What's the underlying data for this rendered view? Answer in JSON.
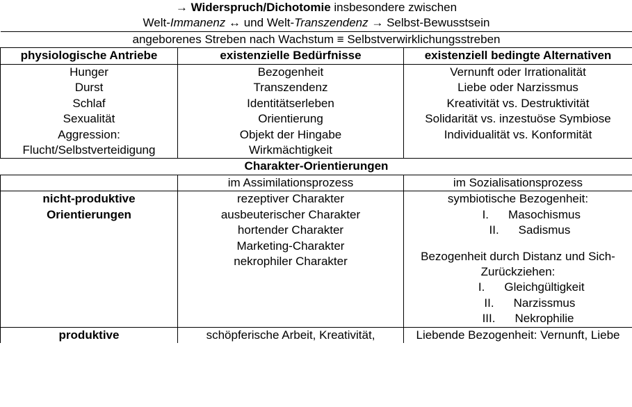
{
  "header": {
    "line1_arrow": "→ ",
    "line1_bold": "Widerspruch/Dichotomie",
    "line1_rest": " insbesondere zwischen",
    "line2_a": "Welt-",
    "line2_italic1": "Immanenz",
    "line2_b": " ↔ und Welt-",
    "line2_italic2": "Transzendenz",
    "line2_c": " → Selbst-Bewusstsein"
  },
  "band": {
    "text": "angeborenes Streben nach Wachstum ≡ Selbstverwirklichungsstreben"
  },
  "drives_table": {
    "headers": [
      "physiologische Antriebe",
      "existenzielle Bedürfnisse",
      "existenziell bedingte Alternativen"
    ],
    "col1": [
      "Hunger",
      "Durst",
      "Schlaf",
      "Sexualität",
      "Aggression:",
      "Flucht/Selbstverteidigung"
    ],
    "col2": [
      "Bezogenheit",
      "Transzendenz",
      "Identitätserleben",
      "Orientierung",
      "Objekt der Hingabe",
      "Wirkmächtigkeit"
    ],
    "col3": [
      "Vernunft oder Irrationalität",
      "Liebe oder Narzissmus",
      "Kreativität vs. Destruktivität",
      "Solidarität vs. inzestuöse Symbiose",
      "Individualität vs. Konformität"
    ]
  },
  "character": {
    "section_title": "Charakter-Orientierungen",
    "sub_headers": [
      "",
      "im Assimilationsprozess",
      "im Sozialisationsprozess"
    ],
    "nonproductive": {
      "label_line1": "nicht-produktive",
      "label_line2": "Orientierungen",
      "assimilation": [
        "rezeptiver Charakter",
        "ausbeuterischer Charakter",
        "hortender Charakter",
        "Marketing-Charakter",
        "nekrophiler Charakter"
      ],
      "socialization": {
        "group1_title": "symbiotische Bezogenheit:",
        "group1_items": [
          {
            "num": "I.",
            "text": "Masochismus"
          },
          {
            "num": "II.",
            "text": "Sadismus"
          }
        ],
        "group2_title_line1": "Bezogenheit durch Distanz und Sich-",
        "group2_title_line2": "Zurückziehen:",
        "group2_items": [
          {
            "num": "I.",
            "text": "Gleichgültigkeit"
          },
          {
            "num": "II.",
            "text": "Narzissmus"
          },
          {
            "num": "III.",
            "text": "Nekrophilie"
          }
        ]
      }
    },
    "productive": {
      "label": "produktive",
      "assimilation_line1": "schöpferische Arbeit, Kreativität,",
      "socialization_line1": "Liebende Bezogenheit: Vernunft, Liebe"
    }
  },
  "colors": {
    "background": "#ffffff",
    "text": "#000000",
    "rule": "#000000"
  }
}
